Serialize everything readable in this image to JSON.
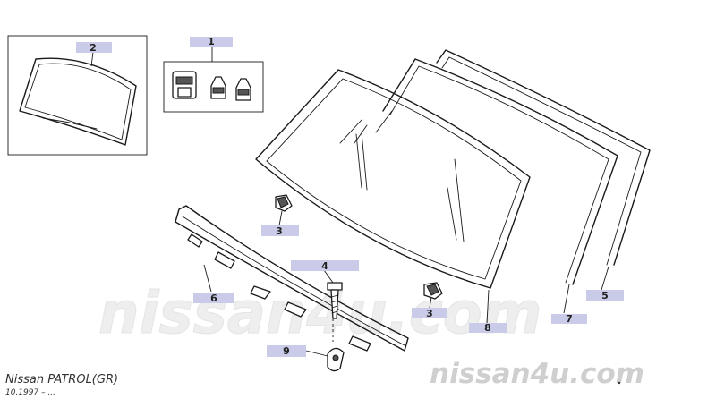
{
  "model": {
    "name": "Nissan PATROL(GR)",
    "date": "10.1997 – ..."
  },
  "watermark": {
    "center": "nissan4u.com",
    "corner": "nissan4u.com"
  },
  "callouts": {
    "c1": "1",
    "c2": "2",
    "c3a": "3",
    "c3b": "3",
    "c4": "4",
    "c5": "5",
    "c6": "6",
    "c7": "7",
    "c8": "8",
    "c9": "9"
  },
  "colors": {
    "callout_bg": "#c9cbe8",
    "line": "#1a1a1a",
    "watermark": "#d6d6d6"
  }
}
